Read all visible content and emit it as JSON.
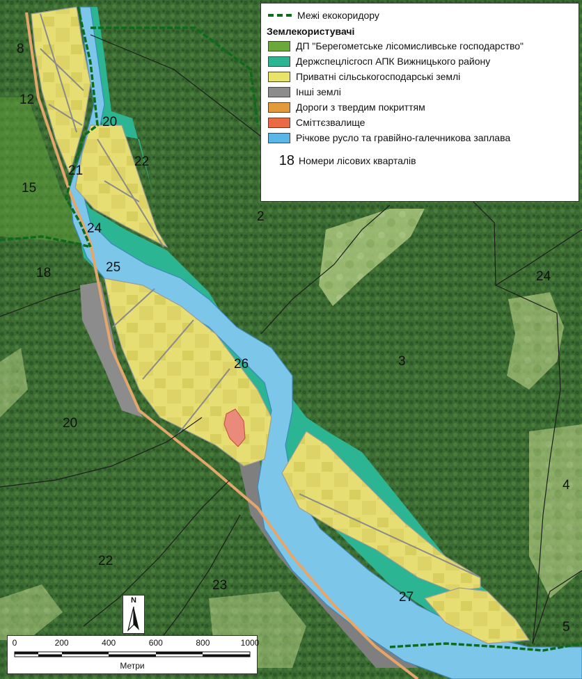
{
  "legend": {
    "boundary_label": "Межі екокоридору",
    "landusers_title": "Землекористувачі",
    "items": [
      {
        "label": "ДП \"Берегометське лісомисливське господарство\"",
        "color": "#6aa83a"
      },
      {
        "label": "Держспецлісгосп АПК Вижницького району",
        "color": "#2bb592"
      },
      {
        "label": "Приватні сільськогосподарські землі",
        "color": "#e9e36a"
      },
      {
        "label": "Інші землі",
        "color": "#8c8c8c"
      },
      {
        "label": "Дороги з твердим покриттям",
        "color": "#e39a3a"
      },
      {
        "label": "Сміттєзвалище",
        "color": "#ea6a44"
      },
      {
        "label": "Річкове русло та гравійно-галечникова заплава",
        "color": "#5ab6e6"
      }
    ],
    "quarter_example": "18",
    "quarter_label": "Номери лісових кварталів"
  },
  "quarters": [
    "8",
    "12",
    "20",
    "22",
    "21",
    "15",
    "24",
    "2",
    "18",
    "25",
    "24",
    "26",
    "3",
    "20",
    "4",
    "22",
    "23",
    "27",
    "5"
  ],
  "north": {
    "letter": "N"
  },
  "scale": {
    "ticks": [
      "0",
      "200",
      "400",
      "600",
      "800",
      "1000"
    ],
    "unit": "Метри"
  }
}
